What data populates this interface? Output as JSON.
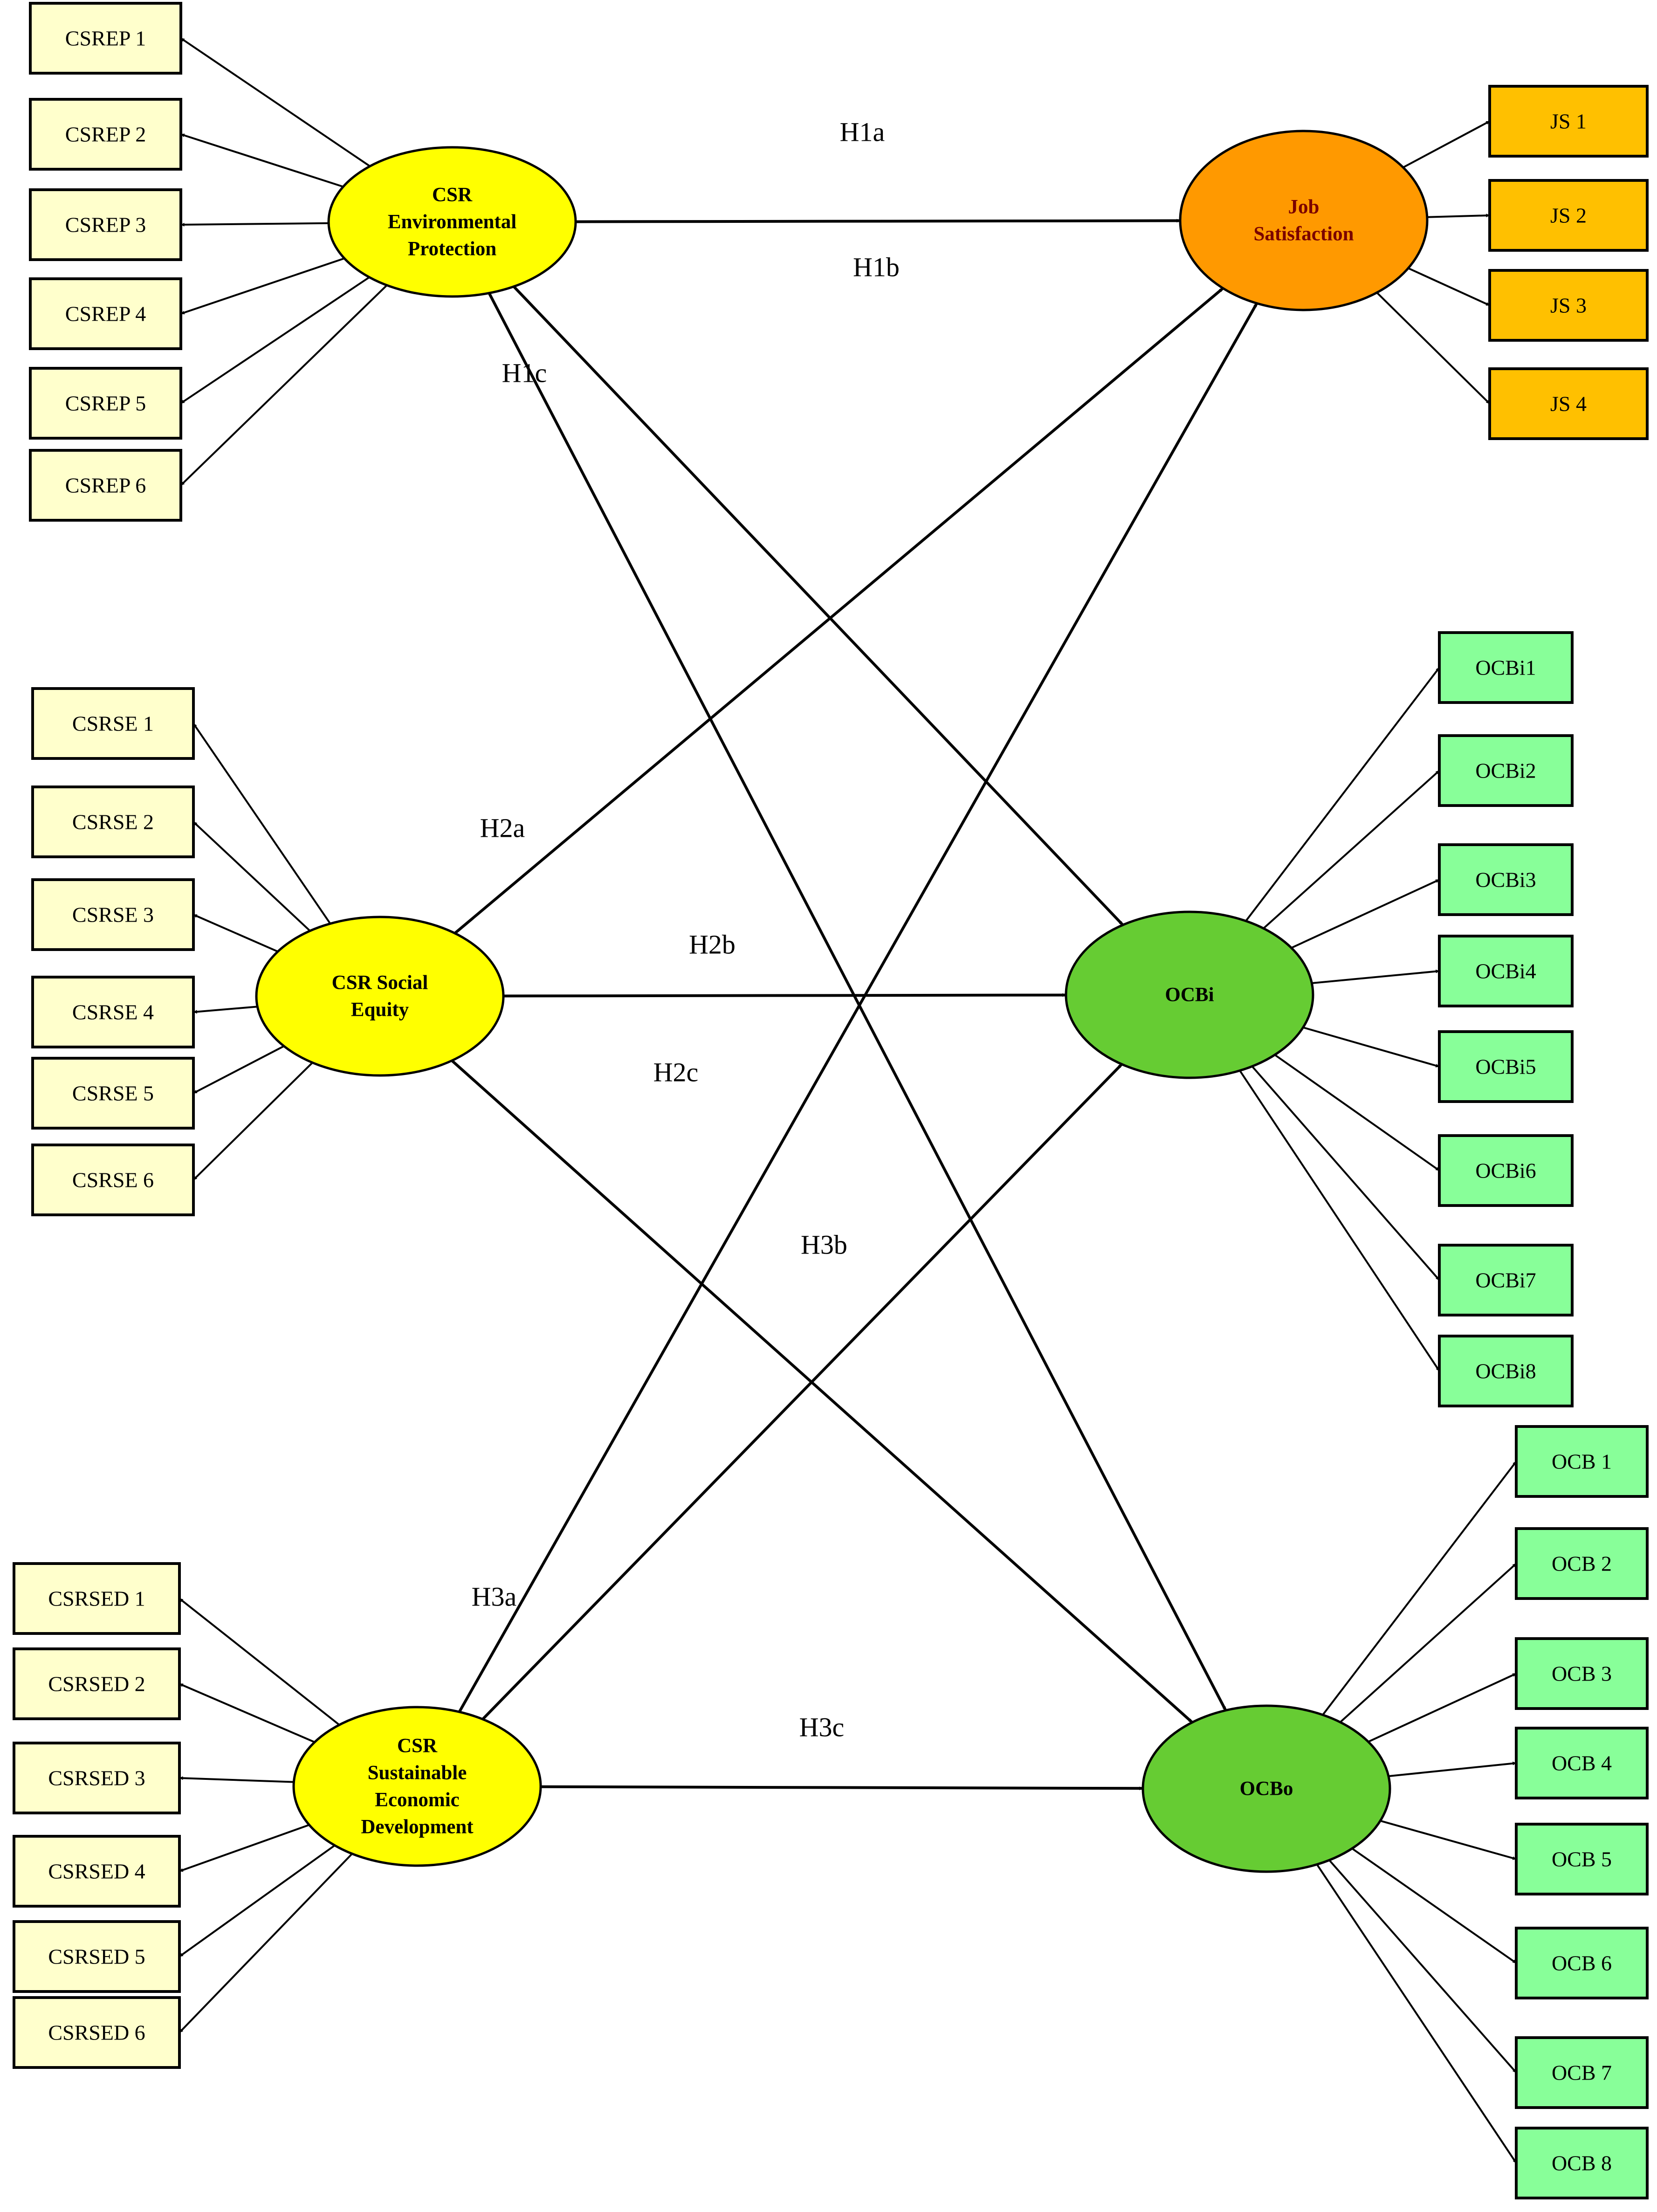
{
  "constructs": {
    "env": {
      "lines": [
        "CSR",
        "Environmental",
        "Protection"
      ],
      "fill": "#FFFF00",
      "text_color": "#000000"
    },
    "soc": {
      "lines": [
        "CSR Social",
        "Equity"
      ],
      "fill": "#FFFF00",
      "text_color": "#000000"
    },
    "eco": {
      "lines": [
        "CSR",
        "Sustainable",
        "Economic",
        "Development"
      ],
      "fill": "#FFFF00",
      "text_color": "#000000"
    },
    "js": {
      "lines": [
        "Job",
        "Satisfaction"
      ],
      "fill": "#FF9900",
      "text_color": "#7A0000"
    },
    "ocbi": {
      "lines": [
        "OCBi"
      ],
      "fill": "#66CC33",
      "text_color": "#000000"
    },
    "ocbo": {
      "lines": [
        "OCBo"
      ],
      "fill": "#66CC33",
      "text_color": "#000000"
    }
  },
  "indicators": {
    "env": {
      "fill": "#FFFFCC",
      "labels": [
        "CSREP 1",
        "CSREP 2",
        "CSREP 3",
        "CSREP 4",
        "CSREP 5",
        "CSREP 6"
      ]
    },
    "soc": {
      "fill": "#FFFFCC",
      "labels": [
        "CSRSE 1",
        "CSRSE 2",
        "CSRSE 3",
        "CSRSE 4",
        "CSRSE 5",
        "CSRSE 6"
      ]
    },
    "eco": {
      "fill": "#FFFFCC",
      "labels": [
        "CSRSED 1",
        "CSRSED 2",
        "CSRSED 3",
        "CSRSED 4",
        "CSRSED 5",
        "CSRSED 6"
      ]
    },
    "js": {
      "fill": "#FFC000",
      "labels": [
        "JS 1",
        "JS 2",
        "JS 3",
        "JS 4"
      ]
    },
    "ocbi": {
      "fill": "#88FF99",
      "labels": [
        "OCBi1",
        "OCBi2",
        "OCBi3",
        "OCBi4",
        "OCBi5",
        "OCBi6",
        "OCBi7",
        "OCBi8"
      ]
    },
    "ocbo": {
      "fill": "#88FF99",
      "labels": [
        "OCB 1",
        "OCB 2",
        "OCB 3",
        "OCB 4",
        "OCB 5",
        "OCB 6",
        "OCB 7",
        "OCB 8"
      ]
    }
  },
  "hypotheses": [
    {
      "label": "H1a",
      "from": "env",
      "to": "js"
    },
    {
      "label": "H1b",
      "from": "env",
      "to": "ocbi"
    },
    {
      "label": "H1c",
      "from": "env",
      "to": "ocbo"
    },
    {
      "label": "H2a",
      "from": "soc",
      "to": "js"
    },
    {
      "label": "H2b",
      "from": "soc",
      "to": "ocbi"
    },
    {
      "label": "H2c",
      "from": "soc",
      "to": "ocbo"
    },
    {
      "label": "H3a",
      "from": "eco",
      "to": "js"
    },
    {
      "label": "H3b",
      "from": "eco",
      "to": "ocbi"
    },
    {
      "label": "H3c",
      "from": "eco",
      "to": "ocbo"
    }
  ]
}
